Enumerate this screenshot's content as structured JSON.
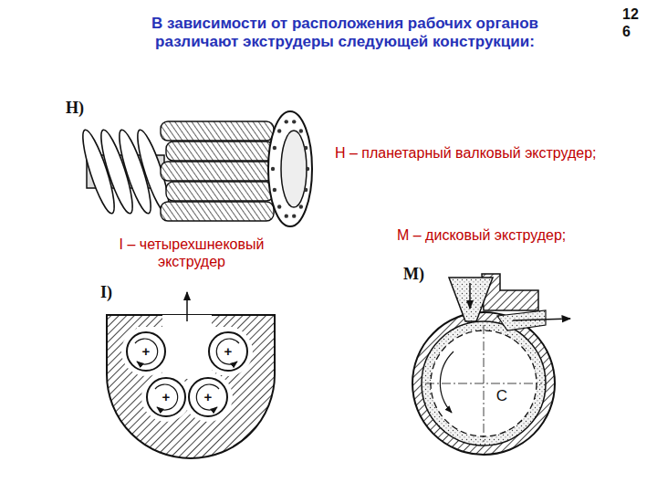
{
  "diagram": {
    "title": "В зависимости от расположения рабочих органов различают экструдеры следующей конструкции:",
    "labels": [
      "126",
      "Н)",
      "Н – планетарный валковый экструдер;",
      "I – четырехшнековый экструдер",
      "М – дисковый экструдер;",
      "I)",
      "+",
      "+",
      "+",
      "+",
      "М)",
      "С"
    ]
  }
}
